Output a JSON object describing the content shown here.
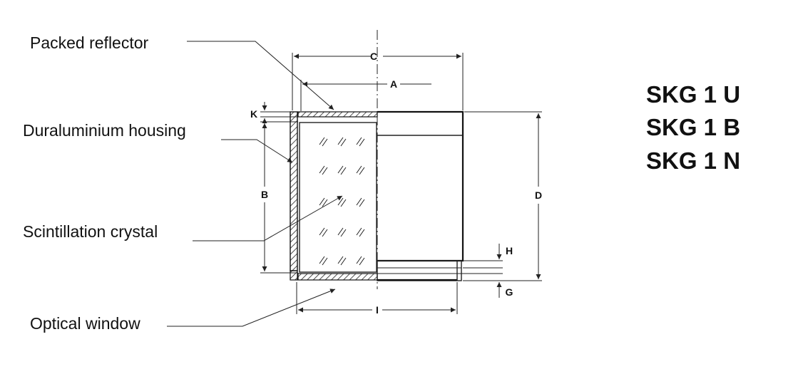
{
  "callouts": {
    "packed_reflector": "Packed reflector",
    "housing": "Duraluminium housing",
    "crystal": "Scintillation crystal",
    "window": "Optical window"
  },
  "dimensions": {
    "a": "A",
    "b": "B",
    "c": "C",
    "d": "D",
    "g": "G",
    "h": "H",
    "i": "I",
    "k": "K"
  },
  "models": [
    "SKG 1 U",
    "SKG 1 B",
    "SKG 1 N"
  ]
}
